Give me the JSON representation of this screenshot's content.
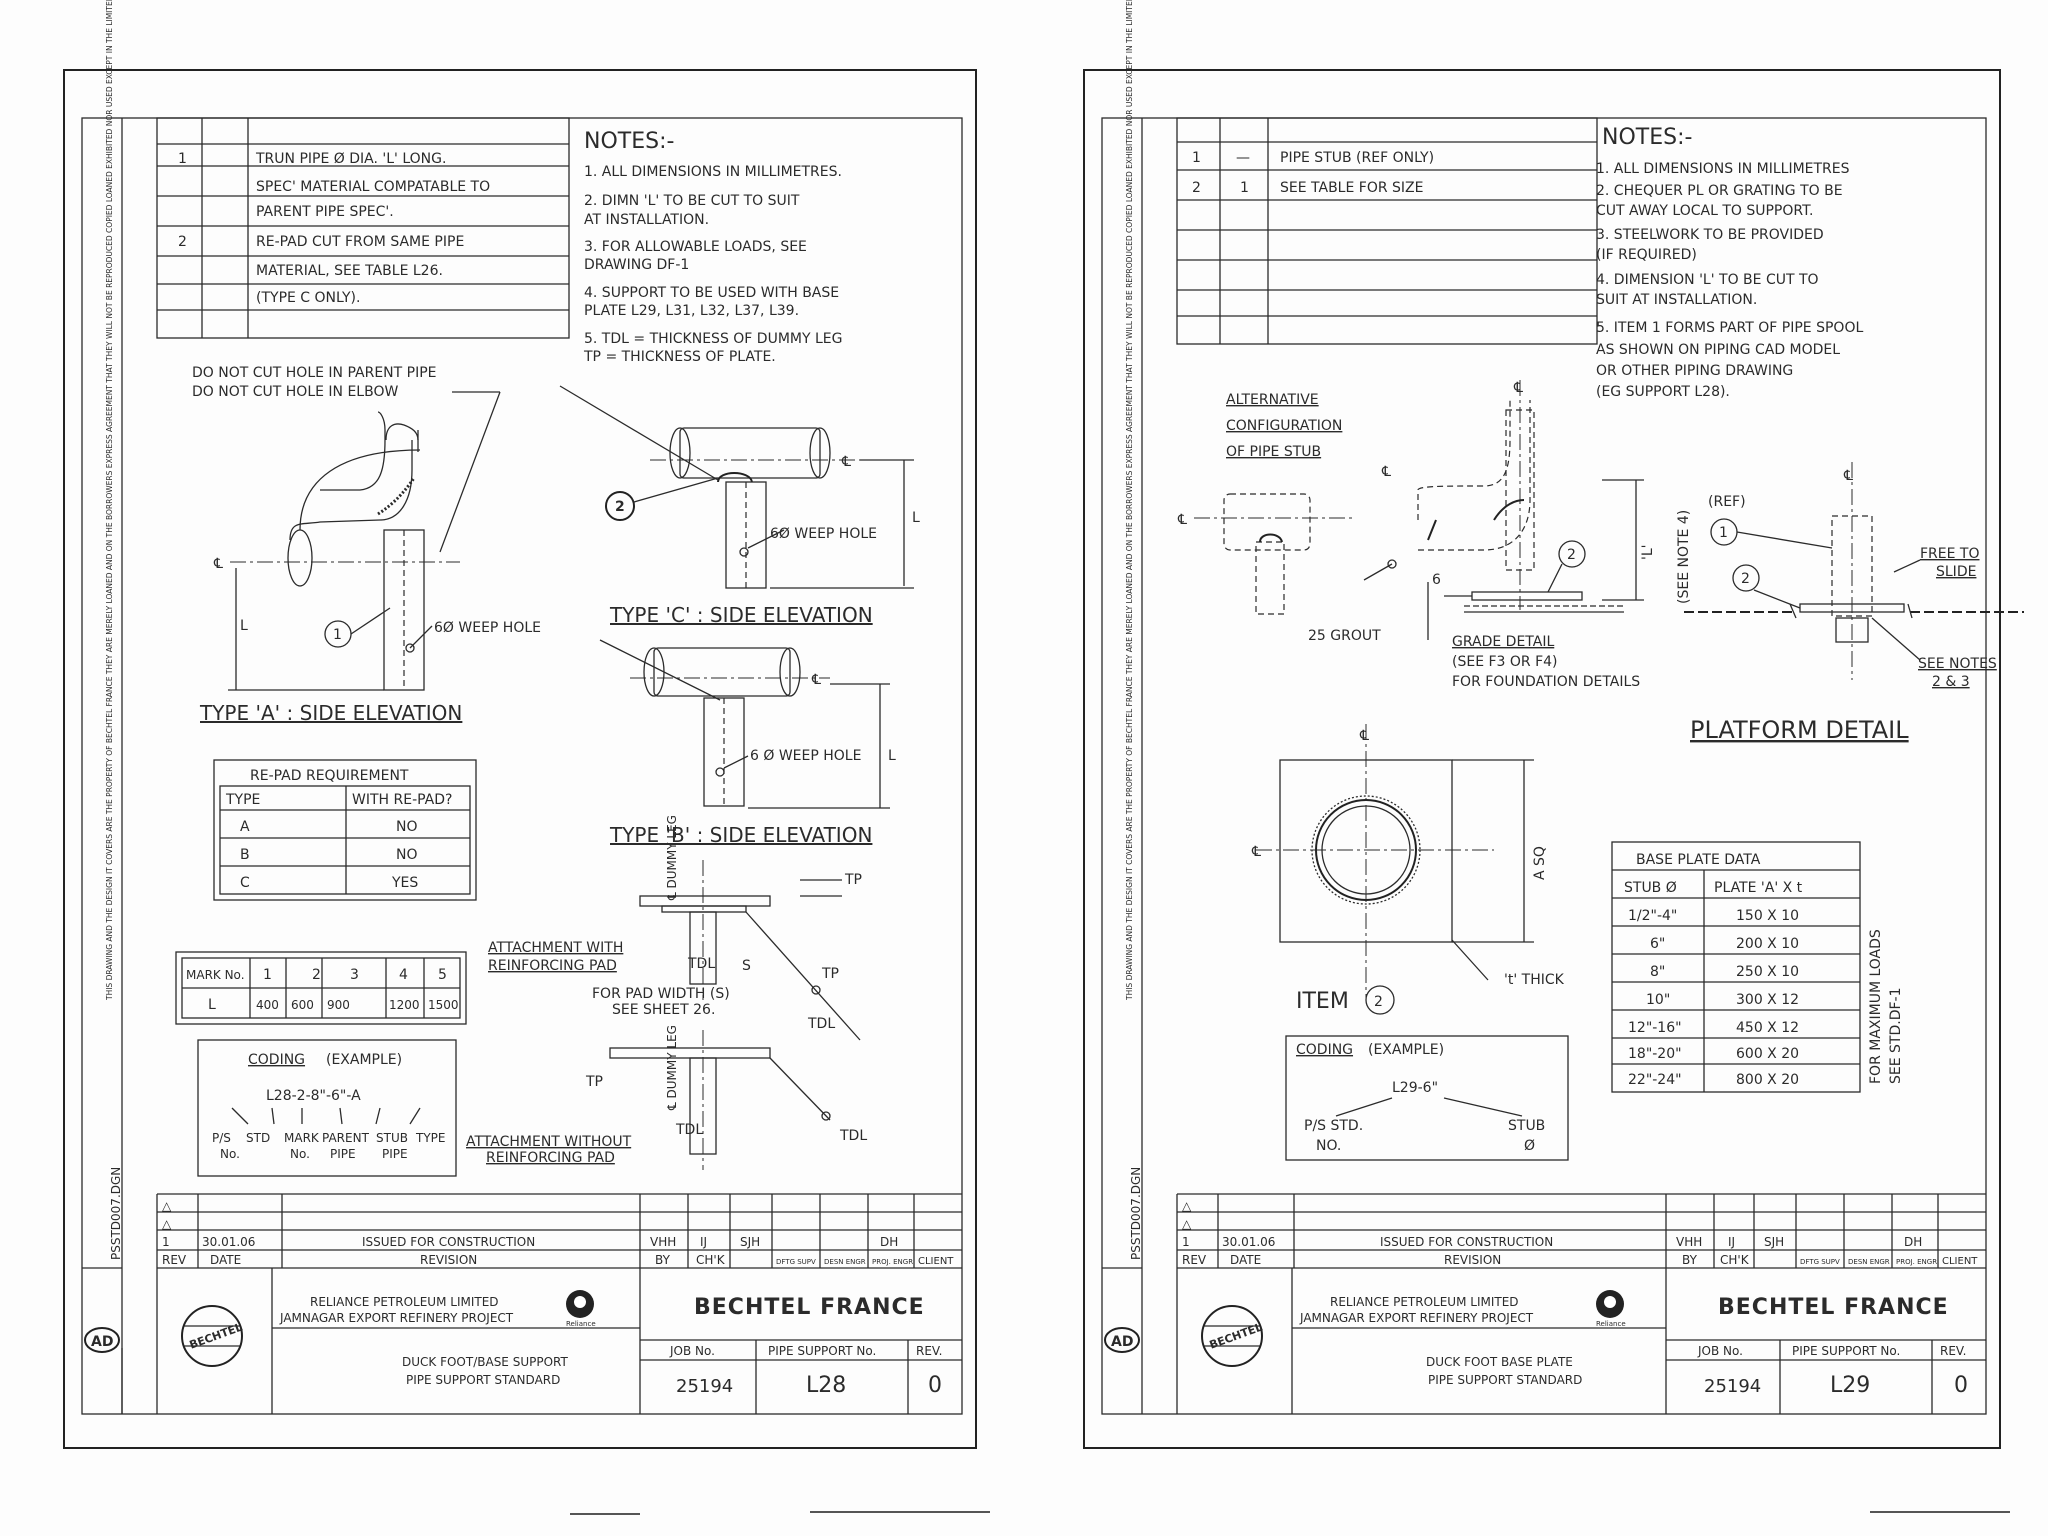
{
  "sheets": [
    {
      "ref": "L28",
      "sheet_file": "PSSTD007.DGN",
      "notes_title": "NOTES:-",
      "notes": [
        "1.  ALL DIMENSIONS IN MILLIMETRES.",
        "2.  DIMN 'L' TO BE CUT TO SUIT",
        "     AT INSTALLATION.",
        "3.  FOR ALLOWABLE LOADS, SEE",
        "     DRAWING DF-1",
        "4.  SUPPORT TO BE USED WITH BASE",
        "     PLATE L29, L31, L32, L37, L39.",
        "5.  TDL = THICKNESS OF DUMMY LEG",
        "     TP   = THICKNESS OF PLATE."
      ],
      "bom": [
        {
          "item": "1",
          "qty": "",
          "desc": "TRUN PIPE Ø  DIA. 'L' LONG."
        },
        {
          "item": "",
          "qty": "",
          "desc": "SPEC' MATERIAL COMPATABLE TO"
        },
        {
          "item": "",
          "qty": "",
          "desc": "PARENT PIPE SPEC'."
        },
        {
          "item": "2",
          "qty": "",
          "desc": "RE-PAD CUT FROM SAME PIPE"
        },
        {
          "item": "",
          "qty": "",
          "desc": "MATERIAL, SEE TABLE L26."
        },
        {
          "item": "",
          "qty": "",
          "desc": "(TYPE C ONLY)."
        },
        {
          "item": "",
          "qty": "",
          "desc": ""
        }
      ],
      "labels": {
        "do_not_cut_1": "DO NOT CUT HOLE IN PARENT PIPE",
        "do_not_cut_2": "DO NOT CUT HOLE IN ELBOW",
        "weep_hole": "6Ø WEEP HOLE",
        "weep_hole_c": "6Ø  WEEP  HOLE",
        "weep_hole_b": "6 Ø WEEP HOLE",
        "L": "L",
        "cl": "℄",
        "type_a": "TYPE 'A' : SIDE ELEVATION",
        "type_b": "TYPE 'B' : SIDE ELEVATION",
        "type_c": "TYPE 'C' : SIDE ELEVATION",
        "item1": "1",
        "item2": "2",
        "dummy_leg": "℄ DUMMY LEG",
        "tp": "TP",
        "tdl": "TDL",
        "s": "S",
        "attach_with_1": "ATTACHMENT  WITH",
        "attach_with_2": "REINFORCING  PAD",
        "pad_width_1": "FOR  PAD  WIDTH  (S)",
        "pad_width_2": "SEE  SHEET  26.",
        "attach_without_1": "ATTACHMENT  WITHOUT",
        "attach_without_2": "REINFORCING  PAD"
      },
      "repad_table": {
        "title": "RE-PAD  REQUIREMENT",
        "headers": [
          "TYPE",
          "WITH RE-PAD?"
        ],
        "rows": [
          [
            "A",
            "NO"
          ],
          [
            "B",
            "NO"
          ],
          [
            "C",
            "YES"
          ]
        ]
      },
      "mark_table": {
        "row1": [
          "MARK No.",
          "1",
          "2",
          "3",
          "4",
          "5"
        ],
        "row2": [
          "L",
          "400",
          "600",
          "900",
          "1200",
          "1500"
        ]
      },
      "coding": {
        "title": "CODING",
        "example": "(EXAMPLE)",
        "code": "L28-2-8\"-6\"-A",
        "parts": [
          "P/S",
          "STD",
          "MARK",
          "PARENT",
          "STUB",
          "TYPE"
        ],
        "parts2": [
          "No.",
          "",
          "No.",
          "PIPE",
          "PIPE",
          ""
        ]
      },
      "revision": {
        "rev": "1",
        "date": "30.01.06",
        "text": "ISSUED  FOR  CONSTRUCTION",
        "by": "VHH",
        "chk": "IJ",
        "dftg": "SJH",
        "proj": "DH"
      },
      "rev_headers": [
        "REV",
        "DATE",
        "REVISION",
        "BY",
        "CH'K",
        "DFTG SUPV",
        "DESN ENGR",
        "PROJ. ENGR",
        "CLIENT"
      ],
      "client_1": "RELIANCE  PETROLEUM  LIMITED",
      "client_2": "JAMNAGAR  EXPORT  REFINERY  PROJECT",
      "reliance_logo": "Reliance",
      "company": "BECHTEL  FRANCE",
      "bechtel_logo": "BECHTEL",
      "title_1": "DUCK  FOOT/BASE  SUPPORT",
      "title_2": "PIPE  SUPPORT  STANDARD",
      "job_no_label": "JOB  No.",
      "job_no": "25194",
      "support_no_label": "PIPE  SUPPORT  No.",
      "support_no": "L28",
      "rev_label": "REV.",
      "rev_no": "0",
      "confidential": "THIS DRAWING AND THE DESIGN IT COVERS ARE THE PROPERTY OF BECHTEL FRANCE THEY ARE MERELY LOANED AND ON THE BORROWERS EXPRESS AGREEMENT THAT THEY WILL NOT BE REPRODUCED COPIED LOANED EXHIBITED NOR USED EXCEPT IN THE LIMITED WAY AND PRIVATE USE PERMITTED AND WRITTEN CONSENT GIVEN BY BECHTEL FRANCE TO THE BORROWER."
    },
    {
      "ref": "L29",
      "sheet_file": "PSSTD007.DGN",
      "notes_title": "NOTES:-",
      "notes": [
        "1.  ALL DIMENSIONS IN MILLIMETRES",
        "2.  CHEQUER  PL OR GRATING TO BE",
        "     CUT AWAY LOCAL TO SUPPORT.",
        "3.  STEELWORK TO BE PROVIDED",
        "     (IF REQUIRED)",
        "4.  DIMENSION 'L' TO BE CUT TO",
        "     SUIT AT INSTALLATION.",
        "5.  ITEM 1 FORMS PART OF PIPE SPOOL",
        "     AS SHOWN ON PIPING CAD MODEL",
        "     OR OTHER PIPING DRAWING",
        "     (EG SUPPORT L28)."
      ],
      "bom": [
        {
          "item": "1",
          "qty": "—",
          "desc": "PIPE STUB (REF ONLY)"
        },
        {
          "item": "2",
          "qty": "1",
          "desc": "SEE TABLE FOR SIZE"
        },
        {
          "item": "",
          "qty": "",
          "desc": ""
        },
        {
          "item": "",
          "qty": "",
          "desc": ""
        },
        {
          "item": "",
          "qty": "",
          "desc": ""
        },
        {
          "item": "",
          "qty": "",
          "desc": ""
        },
        {
          "item": "",
          "qty": "",
          "desc": ""
        }
      ],
      "labels": {
        "alt_1": "ALTERNATIVE",
        "alt_2": "CONFIGURATION",
        "alt_3": "OF PIPE STUB",
        "weld": "6",
        "grout": "25  GROUT",
        "grade_1": "GRADE  DETAIL",
        "grade_2": "(SEE F3 OR F4)",
        "grade_3": "FOR  FOUNDATION  DETAILS",
        "see_note": "(SEE NOTE 4)",
        "L": "'L'",
        "ref": "(REF)",
        "free_1": "FREE  TO",
        "free_2": "SLIDE",
        "see_notes_1": "SEE  NOTES",
        "see_notes_2": "2 & 3",
        "platform": "PLATFORM  DETAIL",
        "a_sq": "A SQ",
        "t_thick": "'t' THICK",
        "item_label": "ITEM",
        "item1": "1",
        "item2": "2",
        "cl": "℄",
        "loads_1": "FOR  MAXIMUM  LOADS",
        "loads_2": "SEE  STD.DF-1"
      },
      "base_table": {
        "title": "BASE  PLATE  DATA",
        "headers": [
          "STUB Ø",
          "PLATE 'A' X t"
        ],
        "rows": [
          [
            "1/2\"-4\"",
            "150  X  10"
          ],
          [
            "6\"",
            "200  X  10"
          ],
          [
            "8\"",
            "250  X  10"
          ],
          [
            "10\"",
            "300  X  12"
          ],
          [
            "12\"-16\"",
            "450  X  12"
          ],
          [
            "18\"-20\"",
            "600  X  20"
          ],
          [
            "22\"-24\"",
            "800  X  20"
          ]
        ]
      },
      "coding": {
        "title": "CODING",
        "example": "(EXAMPLE)",
        "code": "L29-6\"",
        "parts": [
          "P/S  STD.",
          "STUB"
        ],
        "parts2": [
          "NO.",
          "Ø"
        ]
      },
      "revision": {
        "rev": "1",
        "date": "30.01.06",
        "text": "ISSUED  FOR  CONSTRUCTION",
        "by": "VHH",
        "chk": "IJ",
        "dftg": "SJH",
        "proj": "DH"
      },
      "rev_headers": [
        "REV",
        "DATE",
        "REVISION",
        "BY",
        "CH'K",
        "DFTG SUPV",
        "DESN ENGR",
        "PROJ. ENGR",
        "CLIENT"
      ],
      "client_1": "RELIANCE  PETROLEUM  LIMITED",
      "client_2": "JAMNAGAR  EXPORT  REFINERY  PROJECT",
      "reliance_logo": "Reliance",
      "company": "BECHTEL  FRANCE",
      "bechtel_logo": "BECHTEL",
      "title_1": "DUCK  FOOT  BASE  PLATE",
      "title_2": "PIPE  SUPPORT  STANDARD",
      "job_no_label": "JOB  No.",
      "job_no": "25194",
      "support_no_label": "PIPE  SUPPORT  No.",
      "support_no": "L29",
      "rev_label": "REV.",
      "rev_no": "0",
      "confidential": "THIS DRAWING AND THE DESIGN IT COVERS ARE THE PROPERTY OF BECHTEL FRANCE THEY ARE MERELY LOANED AND ON THE BORROWERS EXPRESS AGREEMENT THAT THEY WILL NOT BE REPRODUCED COPIED LOANED EXHIBITED NOR USED EXCEPT IN THE LIMITED WAY AND PRIVATE USE PERMITTED AND WRITTEN CONSENT GIVEN BY BECHTEL FRANCE TO THE BORROWER."
    }
  ]
}
